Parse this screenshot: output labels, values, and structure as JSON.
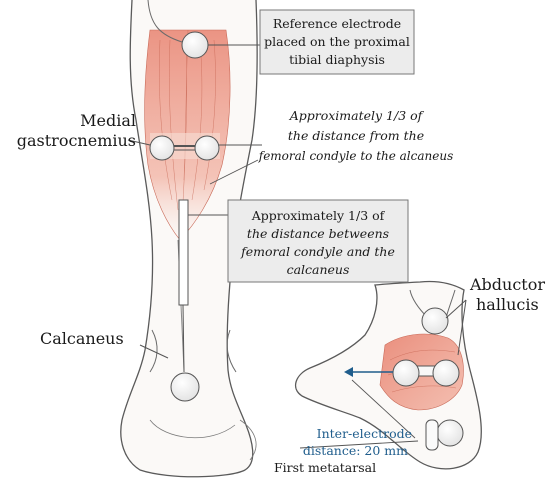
{
  "labels": {
    "reference_box": [
      "Reference electrode",
      "placed on the proximal",
      "tibial diaphysis"
    ],
    "medial_gastrocnemius": [
      "Medial",
      "gastrocnemius"
    ],
    "approx_femoral": [
      "Approximately 1/3 of",
      "the distance from the",
      "femoral condyle to the alcaneus"
    ],
    "approx_box": [
      "Approximately 1/3 of",
      "the distance betweens",
      "femoral condyle and the",
      "calcaneus"
    ],
    "calcaneus": "Calcaneus",
    "abductor_hallucis": [
      "Abductor",
      "hallucis"
    ],
    "inter_electrode": [
      "Inter-electrode",
      "distance: 20 mm"
    ],
    "first_metatarsal": "First metatarsal"
  },
  "colors": {
    "muscle": "#e8826f",
    "muscle_light": "#f3b8a8",
    "skin_line": "#5a5a5a",
    "label_text": "#1a1a1a",
    "box_fill": "#ececec",
    "box_stroke": "#777777",
    "highlight_text": "#1f5d8c",
    "arrow": "#1f5d8c"
  }
}
